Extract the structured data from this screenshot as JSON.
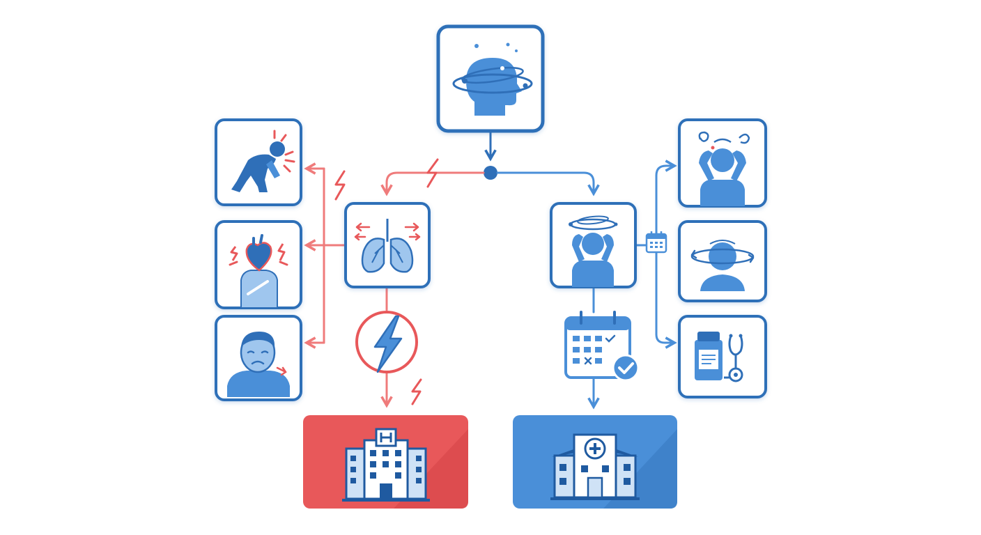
{
  "colors": {
    "primary_blue": "#2f6fb8",
    "icon_blue": "#4a8fd8",
    "light_blue": "#9fc6ee",
    "alert_red": "#e8585a",
    "link_red": "#ef7b7b",
    "link_blue": "#4a8fd8",
    "box_fill": "#ffffff"
  },
  "nodes": [
    {
      "name": "dizziness-head-node",
      "icon": "dizzy-head-icon",
      "branch": "root"
    },
    {
      "name": "lungs-node",
      "icon": "lungs-icon",
      "branch": "urgent"
    },
    {
      "name": "chest-pain-collapse-node",
      "icon": "collapsed-person-icon",
      "branch": "urgent"
    },
    {
      "name": "heart-pain-node",
      "icon": "heart-pain-icon",
      "branch": "urgent"
    },
    {
      "name": "fainting-person-node",
      "icon": "faint-person-icon",
      "branch": "urgent"
    },
    {
      "name": "emergency-bolt-node",
      "icon": "lightning-bolt-icon",
      "branch": "urgent"
    },
    {
      "name": "emergency-hospital-node",
      "icon": "hospital-h-icon",
      "branch": "urgent"
    },
    {
      "name": "holding-head-node",
      "icon": "dizzy-person-icon",
      "branch": "non-urgent"
    },
    {
      "name": "head-pain-node",
      "icon": "headache-person-icon",
      "branch": "non-urgent"
    },
    {
      "name": "vertigo-node",
      "icon": "vertigo-person-icon",
      "branch": "non-urgent"
    },
    {
      "name": "medication-node",
      "icon": "medicine-stethoscope-icon",
      "branch": "non-urgent"
    },
    {
      "name": "appointment-node",
      "icon": "calendar-check-icon",
      "branch": "non-urgent"
    },
    {
      "name": "clinic-node",
      "icon": "clinic-cross-icon",
      "branch": "non-urgent"
    }
  ]
}
